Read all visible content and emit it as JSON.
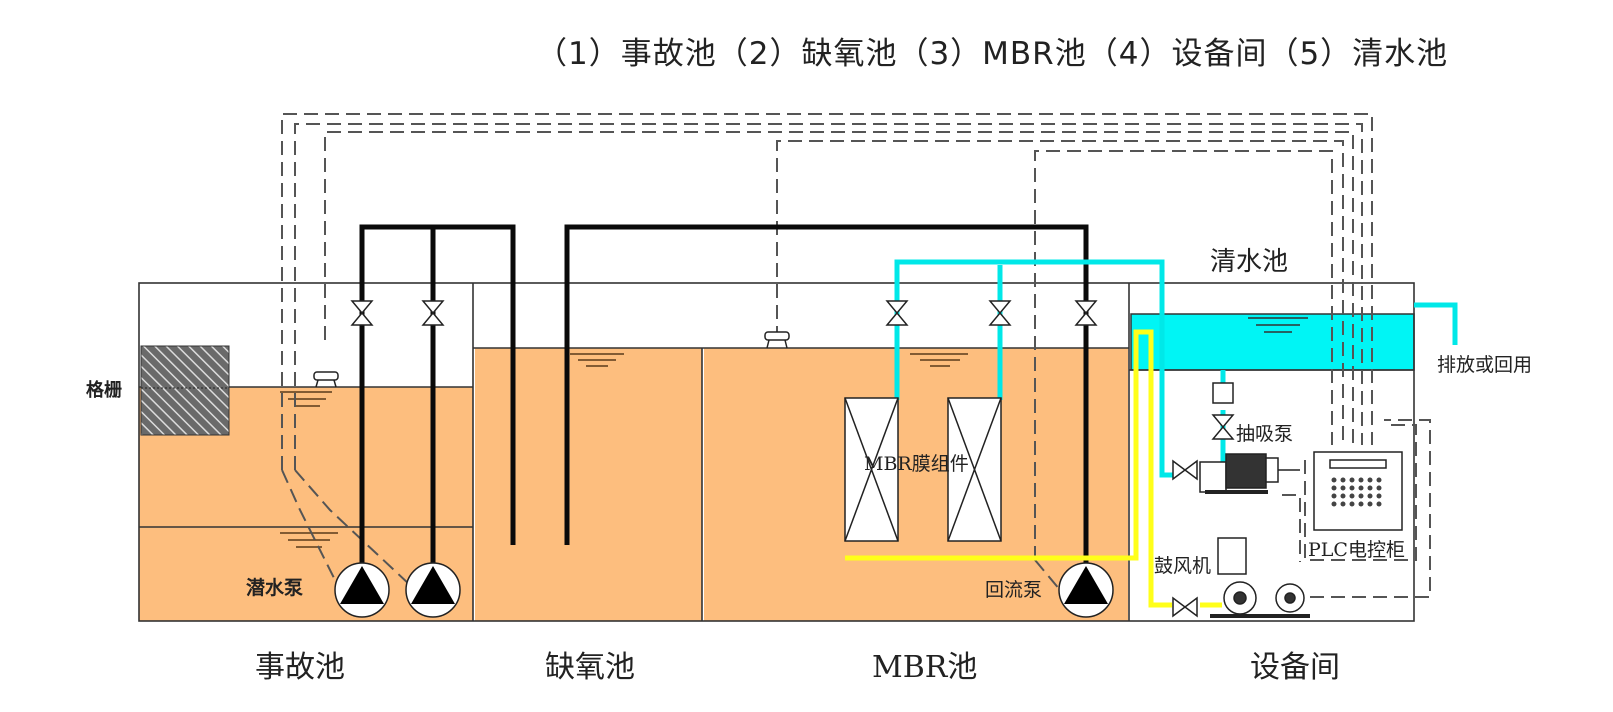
{
  "title": "（1）事故池（2）缺氧池（3）MBR池（4）设备间（5）清水池",
  "colors": {
    "sludge": "#FDBE7E",
    "clear_water": "#00F5F5",
    "permeate_pipe": "#00E8E8",
    "air_pipe": "#FFFF1A",
    "sludge_pipe": "#000000",
    "control_line": "#555555",
    "grille_hatch": "#777777"
  },
  "tanks": [
    {
      "id": "accident",
      "label": "事故池"
    },
    {
      "id": "anoxic",
      "label": "缺氧池"
    },
    {
      "id": "mbr",
      "label": "MBR池"
    },
    {
      "id": "equipment",
      "label": "设备间"
    }
  ],
  "labels": {
    "grille": "格栅",
    "submersible_pump": "潜水泵",
    "mbr_module": "MBR膜组件",
    "return_pump": "回流泵",
    "clear_water_tank": "清水池",
    "discharge": "排放或回用",
    "suction_pump": "抽吸泵",
    "blower": "鼓风机",
    "plc_cabinet": "PLC电控柜"
  }
}
